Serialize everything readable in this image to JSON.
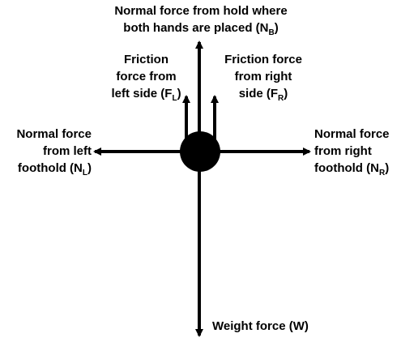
{
  "colors": {
    "ink": "#000000",
    "background": "#ffffff"
  },
  "body_node": {
    "shape": "filled circle"
  },
  "forces": {
    "normal_hands": {
      "line1": "Normal force from hold where",
      "line2_text": "both hands are placed (N",
      "line2_sub": "B",
      "line2_end": ")",
      "direction": "up"
    },
    "friction_left": {
      "line1": "Friction",
      "line2": "force from",
      "line3_text": "left side (F",
      "line3_sub": "L",
      "line3_end": ")",
      "direction": "up"
    },
    "friction_right": {
      "line1": "Friction force",
      "line2": "from right",
      "line3_text": "side (F",
      "line3_sub": "R",
      "line3_end": ")",
      "direction": "up"
    },
    "normal_left": {
      "line1": "Normal force",
      "line2": "from left",
      "line3_text": "foothold (N",
      "line3_sub": "L",
      "line3_end": ")",
      "direction": "left"
    },
    "normal_right": {
      "line1": "Normal force",
      "line2": "from right",
      "line3_text": "foothold (N",
      "line3_sub": "R",
      "line3_end": ")",
      "direction": "right"
    },
    "weight": {
      "line1": "Weight force (W)",
      "direction": "down"
    }
  }
}
